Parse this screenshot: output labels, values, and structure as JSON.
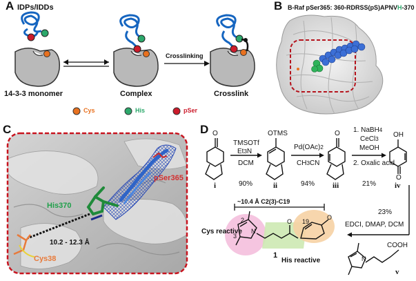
{
  "panels": {
    "A": {
      "letter": "A",
      "title": "IDPs/IDDs",
      "labels": {
        "monomer": "14-3-3 monomer",
        "complex": "Complex",
        "crosslink": "Crosslink",
        "arrow": "Crosslinking"
      },
      "legend": [
        {
          "label": "Cys",
          "color": "#e8711f"
        },
        {
          "label": "His",
          "color": "#2ca86b"
        },
        {
          "label": "pSer",
          "color": "#cc1b2b"
        }
      ]
    },
    "B": {
      "letter": "B",
      "caption_prefix": "B-Raf pSer365: 360-RDRSS(pS)APNV",
      "caption_h": "H",
      "caption_suffix": "-370"
    },
    "C": {
      "letter": "C",
      "labels": {
        "pser": "pSer365",
        "his": "His370",
        "cys": "Cys38",
        "distance": "10.2 - 12.3 Å"
      }
    },
    "D": {
      "letter": "D",
      "steps": [
        {
          "reagent1": "TMSOTf",
          "reagent2": "Et3N",
          "solvent": "DCM",
          "yield": "90%"
        },
        {
          "reagent1": "Pd(OAc)2",
          "solvent": "CH3CN",
          "yield": "94%"
        },
        {
          "r1": "1. NaBH4",
          "r2": "CeCl3",
          "r3": "MeOH",
          "r4": "2. Oxalic acid",
          "yield": "21%"
        },
        {
          "yield": "23%",
          "reagent": "EDCI, DMAP, DCM"
        }
      ],
      "compounds": {
        "i": "i",
        "ii": "ii",
        "iii": "iii",
        "iv": "iv",
        "v": "v",
        "product": "1"
      },
      "group_labels": {
        "otms": "OTMS",
        "oh": "OH",
        "cooh": "COOH",
        "o": "O",
        "n": "N"
      },
      "product_labels": {
        "distance": "~10.4 Å C2(3)-C19",
        "cys": "Cys reactive",
        "his": "His reactive",
        "n2": "2",
        "n3": "3",
        "n19": "19"
      }
    }
  }
}
